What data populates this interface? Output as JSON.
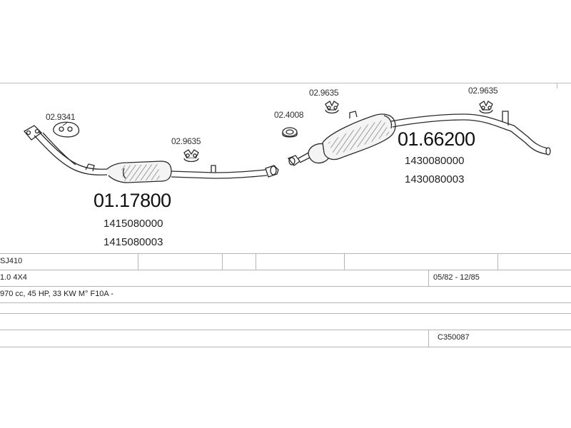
{
  "assemblies": {
    "front": {
      "part_number": "01.17800",
      "oem_numbers": [
        "1415080000",
        "1415080003"
      ],
      "fittings": {
        "flange_gasket": "02.9341",
        "rubber_mount": "02.9635"
      }
    },
    "rear": {
      "part_number": "01.66200",
      "oem_numbers": [
        "1430080000",
        "1430080003"
      ],
      "fittings": {
        "ring_gasket": "02.4008",
        "rubber_mount_mid": "02.9635",
        "rubber_mount_tail": "02.9635"
      }
    }
  },
  "vehicle_table": {
    "model": "SJ410",
    "engine_variant": "1.0 4X4",
    "production_period": "05/82 - 12/85",
    "engine_details": "970 cc, 45 HP, 33 KW M° F10A -",
    "row4_text": "",
    "catalog_code": "C350087"
  }
}
